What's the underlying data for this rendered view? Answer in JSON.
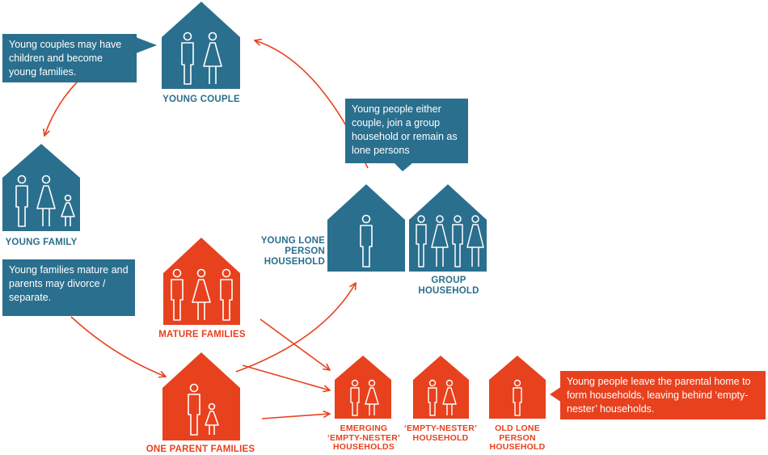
{
  "colors": {
    "blue": "#2a6f8e",
    "red": "#e8411e",
    "arrow": "#e8411e"
  },
  "households": {
    "young_couple": {
      "label": "YOUNG COUPLE",
      "figures": "man, woman"
    },
    "young_family": {
      "label": "YOUNG FAMILY",
      "figures": "man, woman, child"
    },
    "young_lone_person": {
      "label_lines": [
        "YOUNG LONE",
        "PERSON",
        "HOUSEHOLD"
      ],
      "figures": "one person"
    },
    "group": {
      "label_lines": [
        "GROUP",
        "HOUSEHOLD"
      ],
      "figures": "four people"
    },
    "mature_families": {
      "label": "MATURE FAMILIES",
      "figures": "man, woman, adult child"
    },
    "one_parent": {
      "label": "ONE PARENT FAMILIES",
      "figures": "parent, child"
    },
    "emerging_empty_nester": {
      "label_lines": [
        "EMERGING",
        "‘EMPTY-NESTER’",
        "HOUSEHOLDS"
      ],
      "figures": "man, woman"
    },
    "empty_nester": {
      "label_lines": [
        "‘EMPTY-NESTER’",
        "HOUSEHOLD"
      ],
      "figures": "man, woman"
    },
    "old_lone_person": {
      "label_lines": [
        "OLD LONE",
        "PERSON",
        "HOUSEHOLD"
      ],
      "figures": "one person"
    }
  },
  "callouts": {
    "young_couples": "Young couples may have children and become young families.",
    "young_people": "Young people either couple, join a group household or remain as lone persons",
    "young_families": "Young families mature and parents may divorce / separate.",
    "leave_home": "Young people leave the parental home to form households, leaving behind ‘empty-nester’ households."
  }
}
